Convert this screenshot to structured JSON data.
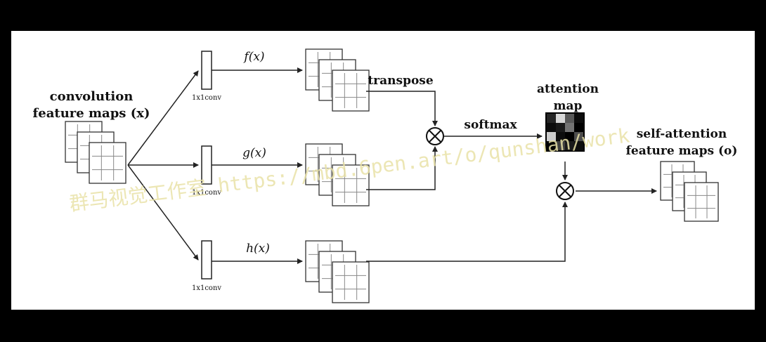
{
  "diagram": {
    "input_label_line1": "convolution",
    "input_label_line2": "feature maps (x)",
    "conv_label": "1x1conv",
    "f_label": "f(x)",
    "g_label": "g(x)",
    "h_label": "h(x)",
    "transpose_label": "transpose",
    "softmax_label": "softmax",
    "attention_label_line1": "attention",
    "attention_label_line2": "map",
    "output_label_line1": "self-attention",
    "output_label_line2": "feature maps (o)",
    "multiply_symbol": "⊗"
  },
  "attention_map": {
    "cells": [
      [
        0.15,
        0.85,
        0.35,
        0.05
      ],
      [
        0.05,
        0.1,
        0.45,
        0.0
      ],
      [
        0.8,
        0.05,
        0.0,
        0.3
      ],
      [
        0.0,
        0.25,
        0.1,
        0.05
      ]
    ]
  },
  "watermark": {
    "text": "群马视觉工作室 https://mbd.6pen.art/o/qunshan/work"
  }
}
